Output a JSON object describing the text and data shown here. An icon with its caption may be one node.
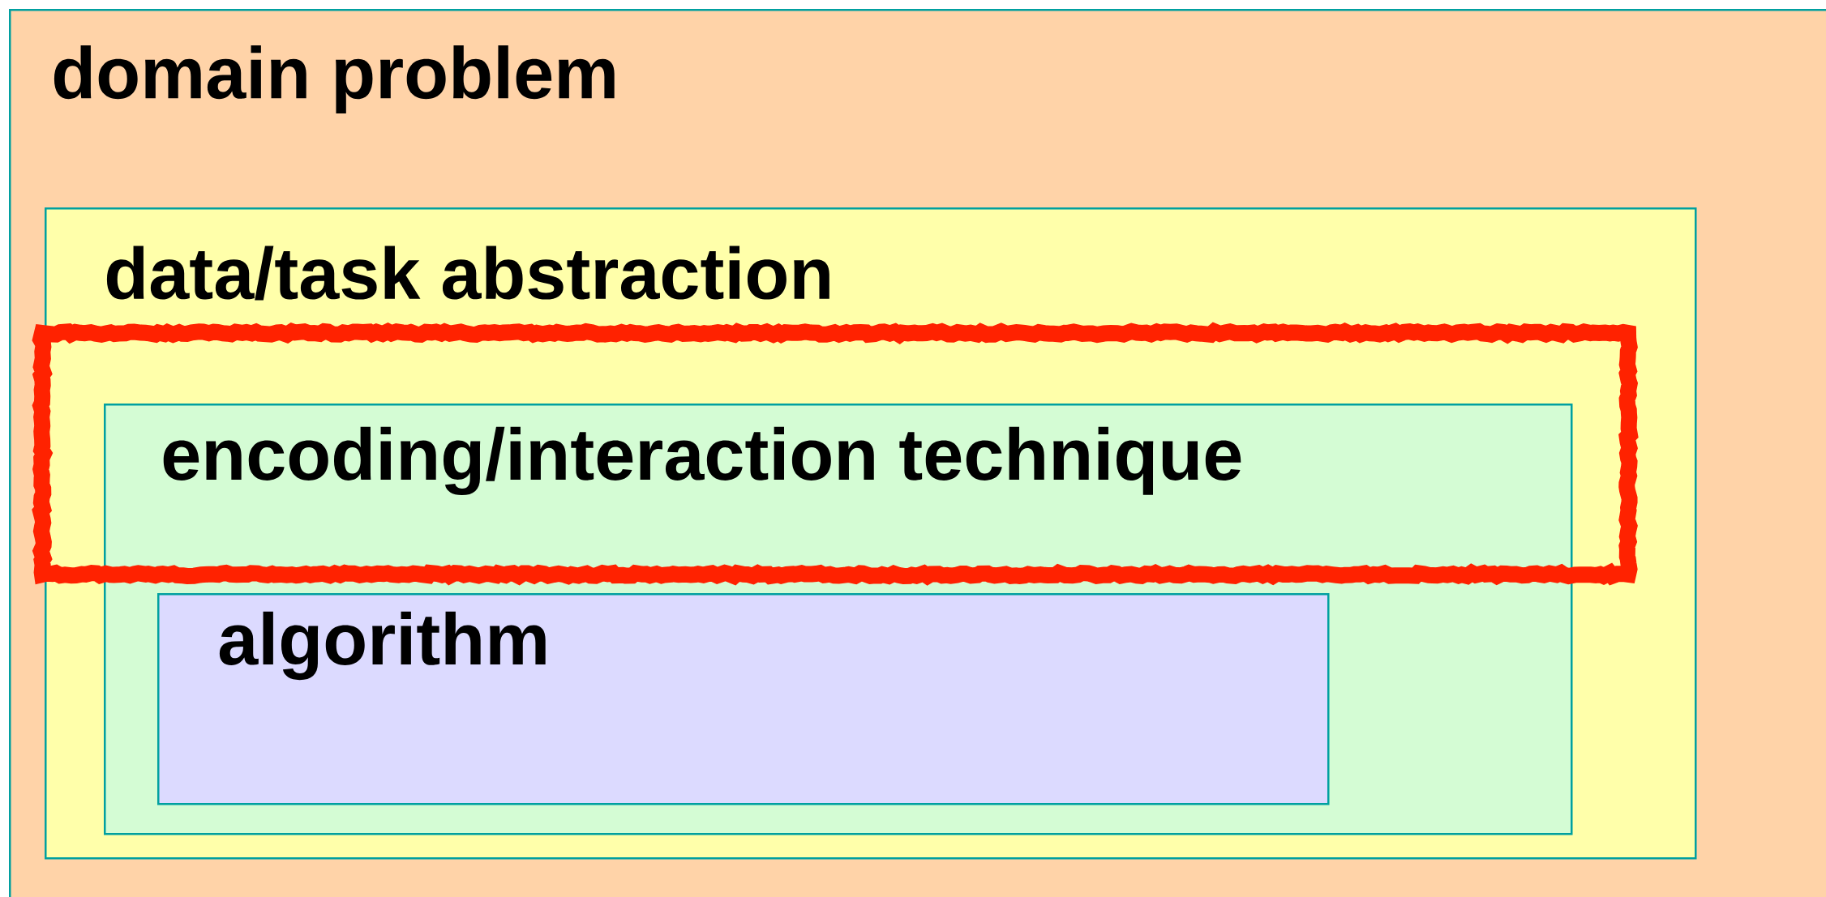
{
  "diagram": {
    "nodes": [
      {
        "text": [
          "domain problem"
        ]
      },
      {
        "text": [
          "data/task abstraction"
        ],
        "in": 0
      },
      {
        "text": [
          "encoding/interaction technique"
        ],
        "in": 1
      },
      {
        "text": [
          "algorithm"
        ],
        "in": 2
      }
    ]
  }
}
